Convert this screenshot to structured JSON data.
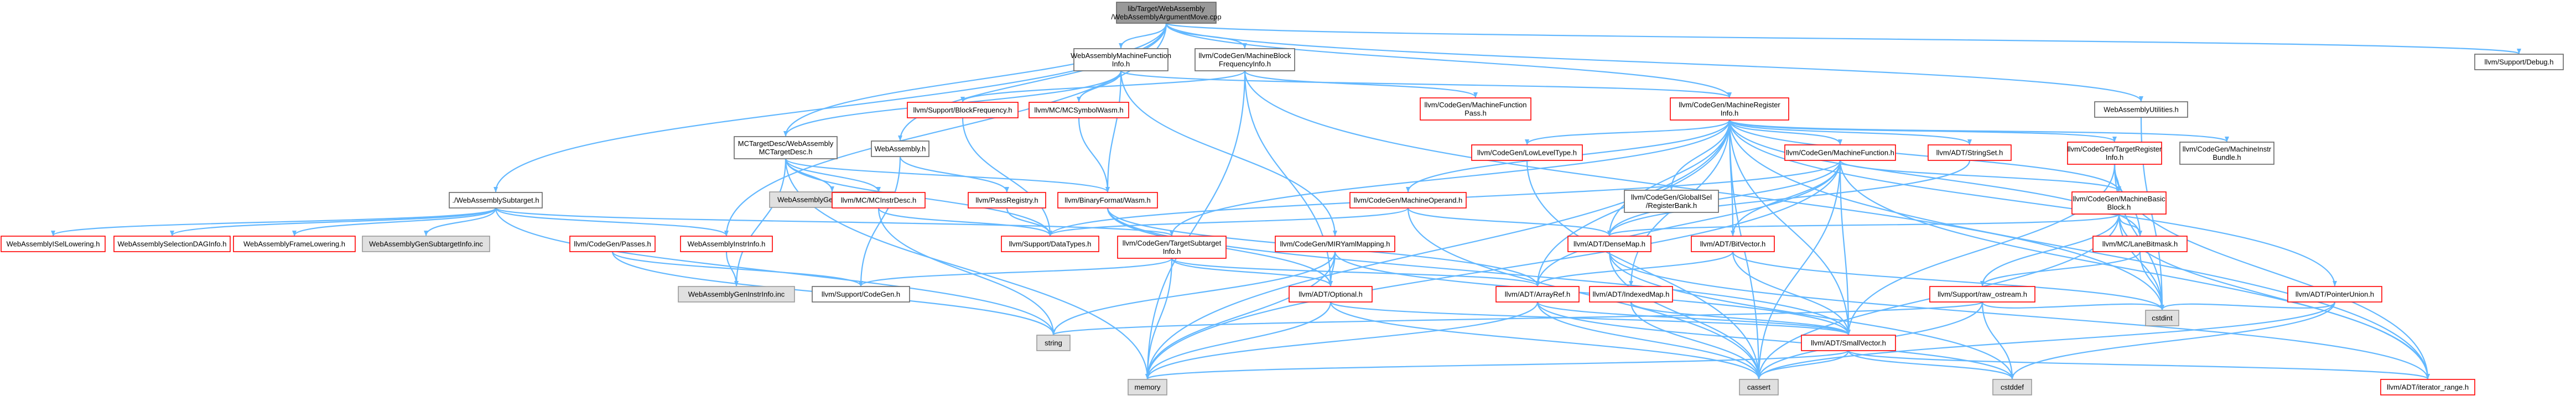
{
  "colors": {
    "edge": "#63b8ff",
    "node_fill": "#ffffff",
    "node_border_incomplete": "#ff0000",
    "node_border_complete": "#666666",
    "root_fill": "#999999",
    "external_fill": "#e0e0e0"
  },
  "nodes": [
    {
      "id": "root",
      "style": "root",
      "lines": [
        "lib/Target/WebAssembly",
        "/WebAssemblyArgumentMove.cpp"
      ]
    },
    {
      "id": "mtargetdesc",
      "style": "known",
      "lines": [
        "MCTargetDesc/WebAssembly",
        "MCTargetDesc.h"
      ]
    },
    {
      "id": "mfi",
      "style": "known",
      "lines": [
        "WebAssemblyMachineFunction",
        "Info.h"
      ]
    },
    {
      "id": "mbfi",
      "style": "known",
      "lines": [
        "llvm/CodeGen/MachineBlock",
        "FrequencyInfo.h"
      ]
    },
    {
      "id": "wasm",
      "style": "known",
      "lines": [
        "WebAssembly.h"
      ]
    },
    {
      "id": "subtarget",
      "style": "known",
      "lines": [
        "./WebAssemblySubtarget.h"
      ]
    },
    {
      "id": "utilities",
      "style": "known",
      "lines": [
        "WebAssemblyUtilities.h"
      ]
    },
    {
      "id": "debug",
      "style": "known",
      "lines": [
        "llvm/Support/Debug.h"
      ]
    },
    {
      "id": "blockfreq",
      "style": "red",
      "lines": [
        "llvm/Support/BlockFrequency.h"
      ]
    },
    {
      "id": "mcsymwasm",
      "style": "red",
      "lines": [
        "llvm/MC/MCSymbolWasm.h"
      ]
    },
    {
      "id": "mfpass",
      "style": "red",
      "lines": [
        "llvm/CodeGen/MachineFunction",
        "Pass.h"
      ]
    },
    {
      "id": "mri",
      "style": "red",
      "lines": [
        "llvm/CodeGen/MachineRegister",
        "Info.h"
      ]
    },
    {
      "id": "genreginfo",
      "style": "grey",
      "lines": [
        "WebAssemblyGenRegisterInfo.inc"
      ]
    },
    {
      "id": "mcinstrdesc",
      "style": "red",
      "lines": [
        "llvm/MC/MCInstrDesc.h"
      ]
    },
    {
      "id": "passreg",
      "style": "red",
      "lines": [
        "llvm/PassRegistry.h"
      ]
    },
    {
      "id": "binwasm",
      "style": "red",
      "lines": [
        "llvm/BinaryFormat/Wasm.h"
      ]
    },
    {
      "id": "mop",
      "style": "red",
      "lines": [
        "llvm/CodeGen/MachineOperand.h"
      ]
    },
    {
      "id": "lowlevel",
      "style": "red",
      "lines": [
        "llvm/CodeGen/LowLevelType.h"
      ]
    },
    {
      "id": "mf",
      "style": "red",
      "lines": [
        "llvm/CodeGen/MachineFunction.h"
      ]
    },
    {
      "id": "gisel",
      "style": "known",
      "lines": [
        "llvm/CodeGen/GlobalISel",
        "/RegisterBank.h"
      ]
    },
    {
      "id": "stringset",
      "style": "red",
      "lines": [
        "llvm/ADT/StringSet.h"
      ]
    },
    {
      "id": "tri",
      "style": "red",
      "lines": [
        "llvm/CodeGen/TargetRegister",
        "Info.h"
      ]
    },
    {
      "id": "instrbundle",
      "style": "known",
      "lines": [
        "llvm/CodeGen/MachineInstr",
        "Bundle.h"
      ]
    },
    {
      "id": "isellowering",
      "style": "red",
      "lines": [
        "WebAssemblyISelLowering.h"
      ]
    },
    {
      "id": "selectiondag",
      "style": "red",
      "lines": [
        "WebAssemblySelectionDAGInfo.h"
      ]
    },
    {
      "id": "framelowering",
      "style": "red",
      "lines": [
        "WebAssemblyFrameLowering.h"
      ]
    },
    {
      "id": "gensubtarget",
      "style": "grey",
      "lines": [
        "WebAssemblyGenSubtargetInfo.inc"
      ]
    },
    {
      "id": "cgpasses",
      "style": "red",
      "lines": [
        "llvm/CodeGen/Passes.h"
      ]
    },
    {
      "id": "instrinfo",
      "style": "red",
      "lines": [
        "WebAssemblyInstrInfo.h"
      ]
    },
    {
      "id": "datatypes",
      "style": "red",
      "lines": [
        "llvm/Support/DataTypes.h"
      ]
    },
    {
      "id": "tsubtarget",
      "style": "red",
      "lines": [
        "llvm/CodeGen/TargetSubtarget",
        "Info.h"
      ]
    },
    {
      "id": "mirymlmap",
      "style": "red",
      "lines": [
        "llvm/CodeGen/MIRYamlMapping.h"
      ]
    },
    {
      "id": "densemap",
      "style": "red",
      "lines": [
        "llvm/ADT/DenseMap.h"
      ]
    },
    {
      "id": "bitvector",
      "style": "red",
      "lines": [
        "llvm/ADT/BitVector.h"
      ]
    },
    {
      "id": "mbb",
      "style": "red",
      "lines": [
        "llvm/CodeGen/MachineBasic",
        "Block.h"
      ]
    },
    {
      "id": "lanebitmask",
      "style": "red",
      "lines": [
        "llvm/MC/LaneBitmask.h"
      ]
    },
    {
      "id": "geninstrinfo",
      "style": "grey",
      "lines": [
        "WebAssemblyGenInstrInfo.inc"
      ]
    },
    {
      "id": "codegenh",
      "style": "known",
      "lines": [
        "llvm/Support/CodeGen.h"
      ]
    },
    {
      "id": "optional",
      "style": "red",
      "lines": [
        "llvm/ADT/Optional.h"
      ]
    },
    {
      "id": "arrayref",
      "style": "red",
      "lines": [
        "llvm/ADT/ArrayRef.h"
      ]
    },
    {
      "id": "indexedmap",
      "style": "red",
      "lines": [
        "llvm/ADT/IndexedMap.h"
      ]
    },
    {
      "id": "rawostream",
      "style": "red",
      "lines": [
        "llvm/Support/raw_ostream.h"
      ]
    },
    {
      "id": "pointerunion",
      "style": "red",
      "lines": [
        "llvm/ADT/PointerUnion.h"
      ]
    },
    {
      "id": "cstdint",
      "style": "grey",
      "lines": [
        "cstdint"
      ]
    },
    {
      "id": "string",
      "style": "grey",
      "lines": [
        "string"
      ]
    },
    {
      "id": "smallvector",
      "style": "red",
      "lines": [
        "llvm/ADT/SmallVector.h"
      ]
    },
    {
      "id": "memory",
      "style": "grey",
      "lines": [
        "memory"
      ]
    },
    {
      "id": "cassert",
      "style": "grey",
      "lines": [
        "cassert"
      ]
    },
    {
      "id": "cstddef",
      "style": "grey",
      "lines": [
        "cstddef"
      ]
    },
    {
      "id": "iteratorrange",
      "style": "red",
      "lines": [
        "llvm/ADT/iterator_range.h"
      ]
    }
  ]
}
